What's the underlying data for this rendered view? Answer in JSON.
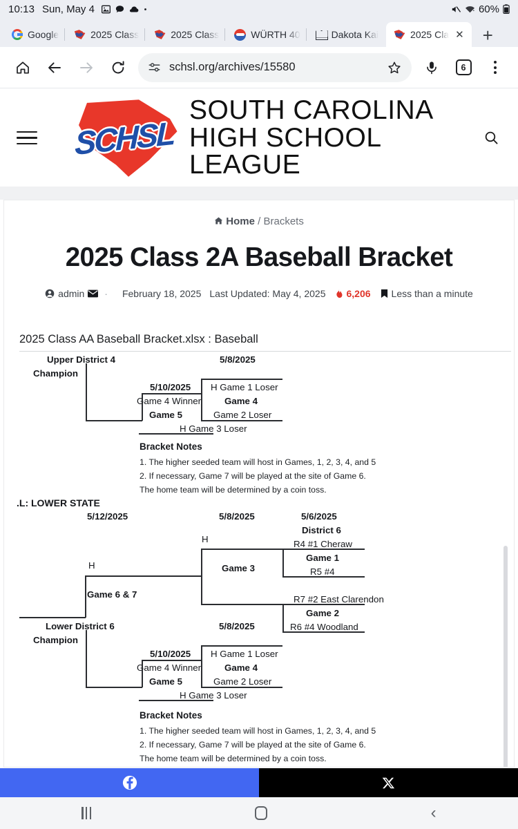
{
  "status_bar": {
    "time": "10:13",
    "date": "Sun, May 4",
    "battery_percent": "60%",
    "icons": [
      "image-icon",
      "chat-bubble-icon",
      "cloud-icon",
      "dot-icon",
      "mute-icon",
      "wifi-icon",
      "battery-icon"
    ]
  },
  "tabs": [
    {
      "label": "Google",
      "favicon": "google-icon",
      "active": false
    },
    {
      "label": "2025 Class",
      "favicon": "schsl-icon",
      "active": false
    },
    {
      "label": "2025 Class",
      "favicon": "schsl-icon",
      "active": false
    },
    {
      "label": "WÜRTH 40",
      "favicon": "wurth-icon",
      "active": false
    },
    {
      "label": "Dakota Kai",
      "favicon": "dakota-icon",
      "active": false
    },
    {
      "label": "2025 Cla",
      "favicon": "schsl-icon",
      "active": true
    }
  ],
  "new_tab_label": "+",
  "close_tab_label": "✕",
  "toolbar": {
    "url": "schsl.org/archives/15580",
    "tab_count": "6",
    "icons": [
      "home-icon",
      "back-arrow-icon",
      "forward-arrow-icon",
      "reload-icon",
      "page-info-icon",
      "bookmark-star-icon",
      "microphone-icon",
      "tab-count-icon",
      "overflow-menu-icon"
    ]
  },
  "site_header": {
    "brand_line1": "SOUTH CAROLINA",
    "brand_line2": "HIGH SCHOOL LEAGUE",
    "logo_letters": "SCHSL",
    "menu_icon": "hamburger-menu-icon",
    "search_icon": "search-icon"
  },
  "breadcrumb": {
    "home": "Home",
    "separator": "/",
    "current": "Brackets"
  },
  "article": {
    "title": "2025 Class 2A Baseball Bracket",
    "author": "admin",
    "published": "February 18, 2025",
    "last_updated": "Last Updated: May 4, 2025",
    "views": "6,206",
    "read_time": "Less than a minute",
    "separator_dot": "·"
  },
  "sheet": {
    "title": "2025 Class AA Baseball Bracket.xlsx : Baseball"
  },
  "upper_bracket": {
    "champion_line1": "Upper District 4",
    "champion_line2": "Champion",
    "date_g4": "5/8/2025",
    "date_g5": "5/10/2025",
    "game1_loser": "H Game 1 Loser",
    "game4": "Game 4",
    "game2_loser": "Game 2 Loser",
    "game4_winner": "Game 4 Winner",
    "game5": "Game 5",
    "game3_loser": "H Game 3 Loser"
  },
  "upper_notes": {
    "heading": "Bracket Notes",
    "items": [
      "1. The higher seeded team will host in Games, 1, 2, 3, 4, and 5",
      "2. If necessary, Game 7 will be played at the site of Game 6.",
      "The home team will be determined by a coin toss."
    ]
  },
  "lower_state": {
    "section_label": ".L: LOWER STATE",
    "date_g6": "5/12/2025",
    "date_g3": "5/8/2025",
    "date_g1": "5/6/2025",
    "district_label": "District 6",
    "team1_top": "R4 #1 Cheraw",
    "game1": "Game 1",
    "team1_bottom": "R5 #4",
    "team2_top": "R7 #2 East Clarendon",
    "game2": "Game 2",
    "team2_bottom": "R6 #4 Woodland",
    "game3": "Game 3",
    "game67": "Game 6 & 7",
    "host_mark_a": "H",
    "host_mark_b": "H",
    "host_mark_c": "H",
    "champion_line1": "Lower District 6",
    "champion_line2": "Champion",
    "district6_small": "District 6",
    "date_g4": "5/8/2025",
    "date_g5": "5/10/2025",
    "game1_loser": "H Game 1 Loser",
    "game4": "Game 4",
    "game2_loser": "Game 2 Loser",
    "game4_winner": "Game 4 Winner",
    "game5": "Game 5",
    "game3_loser": "H Game 3 Loser"
  },
  "lower_notes": {
    "heading": "Bracket Notes",
    "items": [
      "1. The higher seeded team will host in Games, 1, 2, 3, 4, and 5",
      "2. If necessary, Game 7 will be played at the site of Game 6.",
      "The home team will be determined by a coin toss."
    ]
  },
  "share_bar": {
    "facebook_label": "facebook-share",
    "facebook_color": "#4267f2",
    "x_label": "x-share",
    "x_color": "#000000"
  },
  "nav_bar": {
    "recent": "recent-apps",
    "home": "home",
    "back": "back"
  }
}
